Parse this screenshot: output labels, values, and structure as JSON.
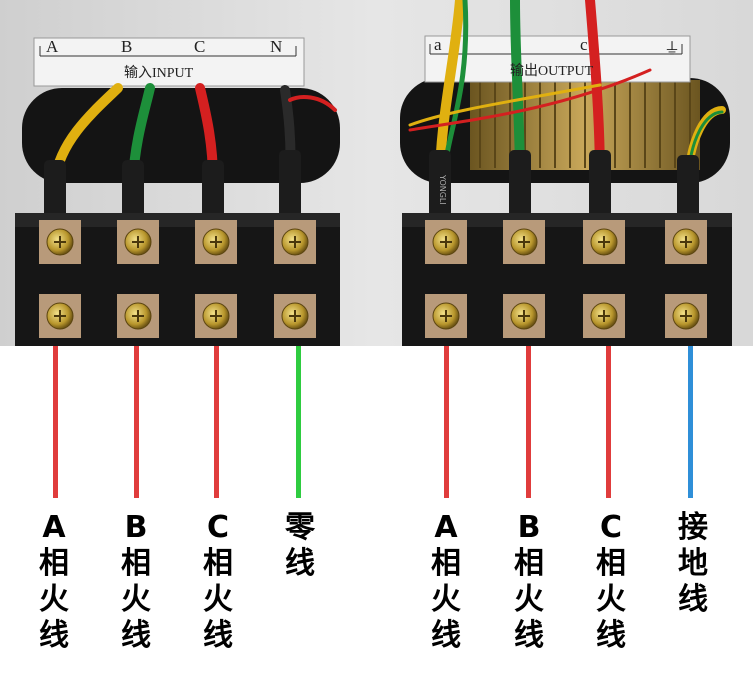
{
  "input_plate": {
    "letters": [
      "A",
      "B",
      "C",
      "N"
    ],
    "caption": "输入INPUT"
  },
  "output_plate": {
    "letters": [
      "a",
      "c"
    ],
    "ground_symbol": "⏚",
    "caption": "输出OUTPUT"
  },
  "wire_brand": "YONGLI",
  "terminals": [
    {
      "letter": "A",
      "label": "相火线",
      "lead_color": "#e03c3c"
    },
    {
      "letter": "B",
      "label": "相火线",
      "lead_color": "#e03c3c"
    },
    {
      "letter": "C",
      "label": "相火线",
      "lead_color": "#e03c3c"
    },
    {
      "letter": "",
      "label": "零线",
      "lead_color": "#2ecc40"
    },
    {
      "letter": "A",
      "label": "相火线",
      "lead_color": "#e03c3c"
    },
    {
      "letter": "B",
      "label": "相火线",
      "lead_color": "#e03c3c"
    },
    {
      "letter": "C",
      "label": "相火线",
      "lead_color": "#e03c3c"
    },
    {
      "letter": "",
      "label": "接地线",
      "lead_color": "#2f8fd8"
    }
  ]
}
